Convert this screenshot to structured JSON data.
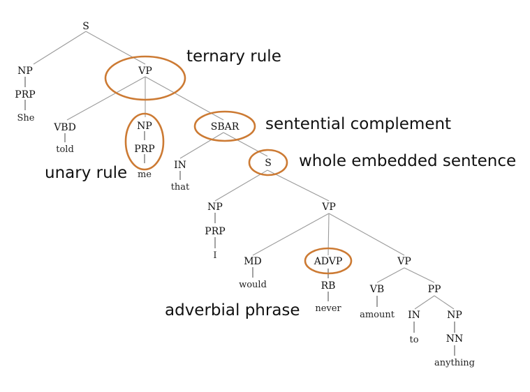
{
  "colors": {
    "highlight": "#cc7a33",
    "edge": "#9a9a9a",
    "text": "#111111"
  },
  "tree": {
    "root": "S",
    "np_subject": {
      "label": "NP",
      "prp": "PRP",
      "word": "She"
    },
    "vp_main": "VP",
    "vbd": {
      "label": "VBD",
      "word": "told"
    },
    "np_object": {
      "label": "NP",
      "prp": "PRP",
      "word": "me"
    },
    "sbar": "SBAR",
    "in_that": {
      "label": "IN",
      "word": "that"
    },
    "s_embedded": "S",
    "np_i": {
      "label": "NP",
      "prp": "PRP",
      "word": "I"
    },
    "vp_embedded": "VP",
    "md": {
      "label": "MD",
      "word": "would"
    },
    "advp": {
      "label": "ADVP",
      "rb": "RB",
      "word": "never"
    },
    "vp_inner": "VP",
    "vb": {
      "label": "VB",
      "word": "amount"
    },
    "pp": "PP",
    "in_to": {
      "label": "IN",
      "word": "to"
    },
    "np_anything": {
      "label": "NP",
      "nn": "NN",
      "word": "anything"
    }
  },
  "annotations": {
    "ternary": "ternary rule",
    "sentential": "sentential complement",
    "embedded": "whole embedded sentence",
    "unary": "unary rule",
    "adverbial": "adverbial phrase"
  }
}
